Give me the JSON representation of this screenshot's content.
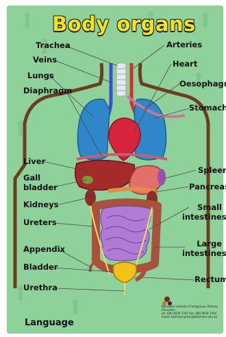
{
  "title": "Body organs",
  "labels": {
    "trachea": "Trachea",
    "veins": "Veins",
    "lungs": "Lungs",
    "diaphragm": "Diaphragm",
    "arteries": "Arteries",
    "heart": "Heart",
    "oesophagus": "Oesophagus",
    "stomach": "Stomach",
    "liver": "Liver",
    "gall_bladder_1": "Gall",
    "gall_bladder_2": "bladder",
    "kidneys": "Kidneys",
    "ureters": "Ureters",
    "appendix": "Appendix",
    "bladder": "Bladder",
    "urethra": "Urethra",
    "spleen": "Spleen",
    "pancreas": "Pancreas",
    "small_intestines_1": "Small",
    "small_intestines_2": "intestines",
    "large_intestines_1": "Large",
    "large_intestines_2": "intestines",
    "rectum": "Rectum"
  },
  "footer": {
    "language": "Language",
    "publisher_line1": "Batchelor Institute of Indigenous Tertiary Education",
    "publisher_line2": "ph: (08) 8939 7352  fax: (08) 8939 7354",
    "publisher_line3": "email: batchelorpress@batchelor.edu.au"
  },
  "colors": {
    "background": "#8fd19a",
    "border": "#ffffff",
    "title_fill": "#f4e21a",
    "body_outline": "#6b3f1e",
    "lungs": "#2f86c8",
    "heart": "#d7243c",
    "liver": "#a52a2a",
    "small_intestines": "#b07ad6",
    "large_intestines": "#a8523d",
    "bladder": "#f2c21b"
  }
}
